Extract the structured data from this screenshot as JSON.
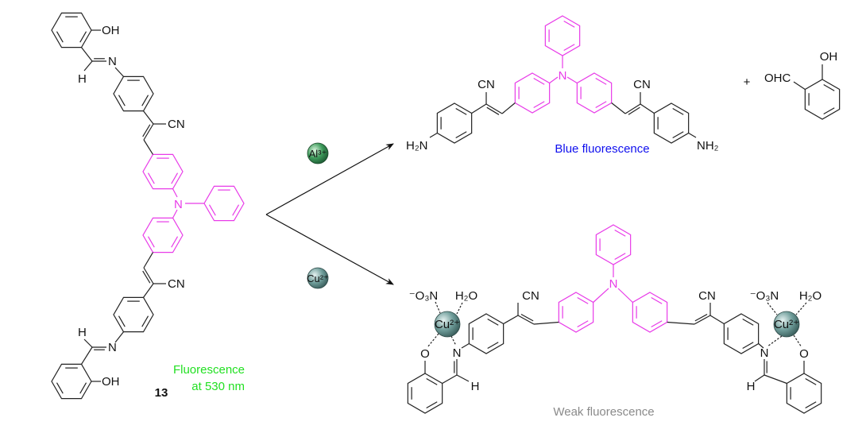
{
  "compound": {
    "label": "13",
    "oh_top": "OH",
    "n_top": "N",
    "h_top": "H",
    "cn_top": "CN",
    "n_center": "N",
    "cn_bottom": "CN",
    "n_bottom": "N",
    "h_bottom": "H",
    "oh_bottom": "OH",
    "emission_line1": "Fluorescence",
    "emission_line2": "at 530 nm"
  },
  "reagents": {
    "al": "Al³⁺",
    "cu": "Cu²⁺"
  },
  "product_al": {
    "h2n": "H₂N",
    "cn_left": "CN",
    "n_center": "N",
    "cn_right": "CN",
    "nh2": "NH₂",
    "caption": "Blue fluorescence"
  },
  "byproduct": {
    "plus": "+",
    "ohc": "OHC",
    "oh": "OH"
  },
  "product_cu": {
    "nitrate_left": "⁻O₃N",
    "water_left": "H₂O",
    "cu_left": "Cu²⁺",
    "o_left": "O",
    "n_left": "N",
    "h_left": "H",
    "cn_left": "CN",
    "n_center": "N",
    "cn_right": "CN",
    "nitrate_right": "⁻O₃N",
    "water_right": "H₂O",
    "cu_right": "Cu²⁺",
    "o_right": "O",
    "n_right": "N",
    "h_right": "H",
    "caption": "Weak fluorescence"
  },
  "colors": {
    "core": "#e83be8",
    "bond": "#222222",
    "green_emission": "#22e022",
    "blue_emission": "#1010ee",
    "weak_emission": "#8a8a8a",
    "al_ball": "#2f8f4f",
    "cu_ball": "#5f8f8c"
  }
}
